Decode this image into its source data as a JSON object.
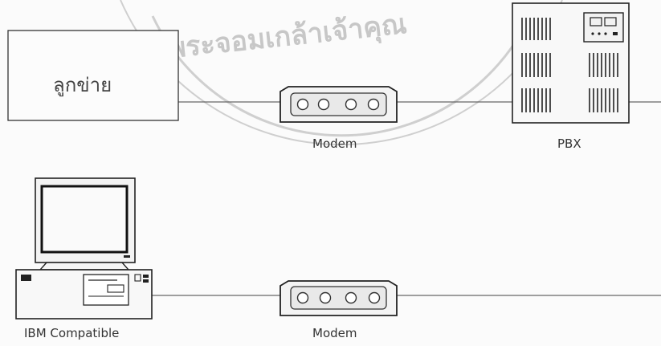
{
  "watermark": {
    "text": "พระจอมเกล้าเจ้าคุณ"
  },
  "nodes": {
    "client": {
      "label": "ลูกข่าย"
    },
    "modem_top": {
      "label": "Modem"
    },
    "pbx": {
      "label": "PBX"
    },
    "computer": {
      "label": "IBM Compatible"
    },
    "modem_bottom": {
      "label": "Modem"
    }
  },
  "colors": {
    "line": "#555555",
    "stroke": "#222222",
    "watermark": "#c9c9c9",
    "modem_face": "#efefef"
  }
}
